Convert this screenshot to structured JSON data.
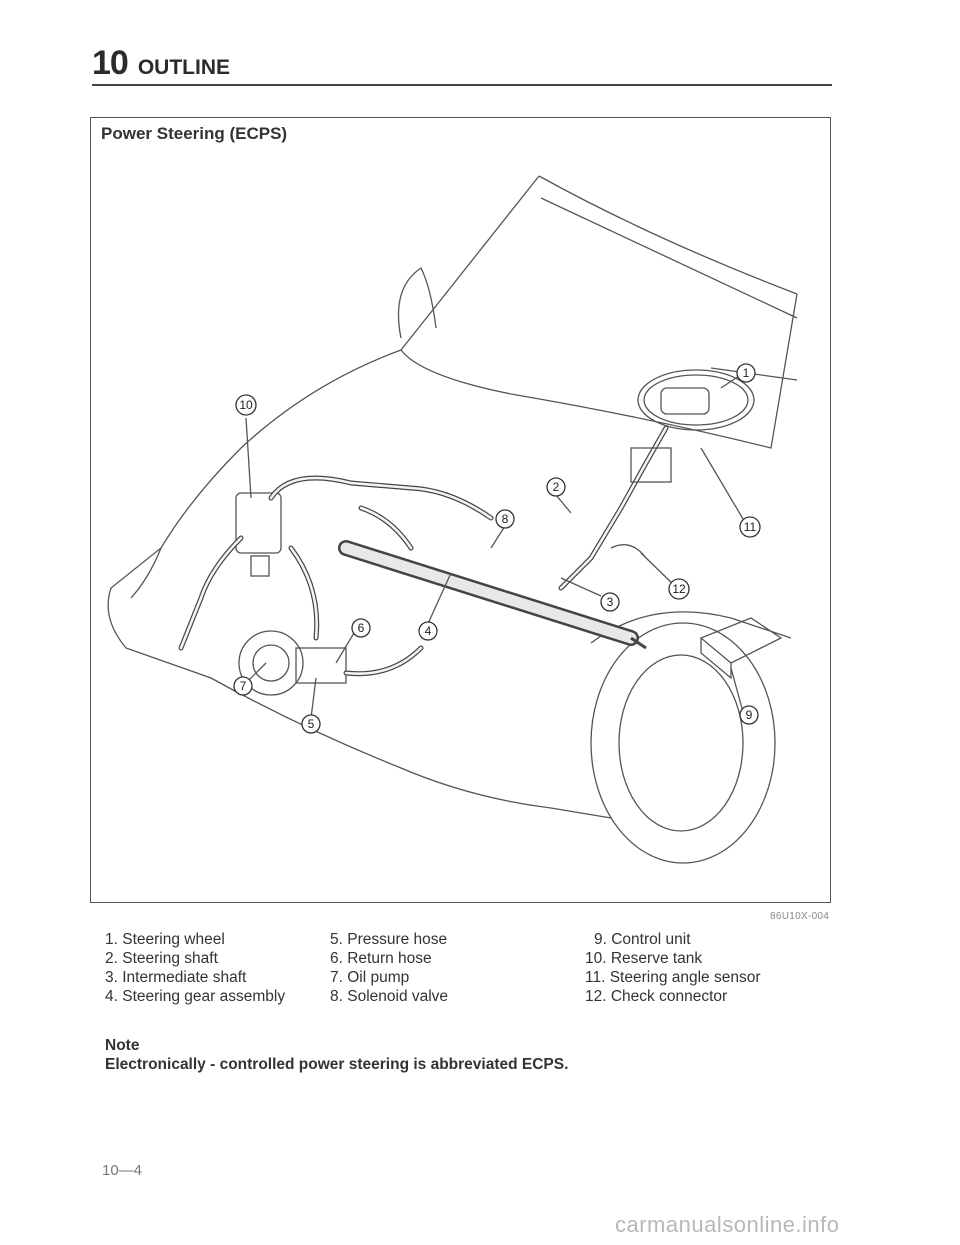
{
  "header": {
    "chapter_number": "10",
    "chapter_title": "OUTLINE"
  },
  "figure": {
    "title": "Power Steering (ECPS)",
    "code": "86U10X-004",
    "callouts": [
      "1",
      "2",
      "3",
      "4",
      "5",
      "6",
      "7",
      "8",
      "9",
      "10",
      "11",
      "12"
    ],
    "illustration": "front-car-power-steering-cutaway"
  },
  "legend": {
    "col1": [
      "1. Steering wheel",
      "2. Steering shaft",
      "3. Intermediate shaft",
      "4. Steering gear assembly"
    ],
    "col2": [
      "5. Pressure hose",
      "6. Return hose",
      "7. Oil pump",
      "8. Solenoid valve"
    ],
    "col3": [
      "9. Control unit",
      "10. Reserve tank",
      "11. Steering angle sensor",
      "12. Check connector"
    ]
  },
  "note": {
    "heading": "Note",
    "text": "Electronically - controlled power steering is abbreviated ECPS."
  },
  "footer": {
    "page_number": "10—4",
    "watermark": "carmanualsonline.info"
  }
}
